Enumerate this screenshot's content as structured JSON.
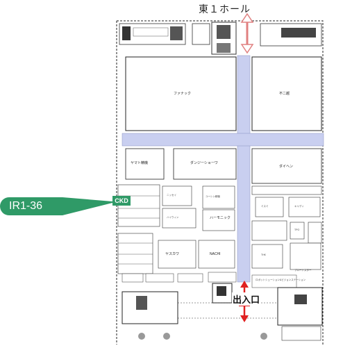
{
  "hall_label": "東１ホール",
  "entrance_label": "出入口",
  "highlight": {
    "booth_number": "IR1-36",
    "company": "CKD",
    "color": "#2f9a67"
  },
  "aisle_color": "#c9cff0",
  "arrow_color": "#e02020",
  "booths": {
    "fanuc": "ファナック",
    "top_right": "不二越",
    "yamazen": "ヤマト精機",
    "kanji": "ダンジーショーワ",
    "daihen": "ダイヘン",
    "kawasaki": "ハーモニック",
    "yaskawa": "ヤスカワ",
    "nachi": "NACHI",
    "robot_solution": "ロボットシューション&ビジョンステーション",
    "small": [
      "ニッセイ",
      "ユーシン精機",
      "ミスミ",
      "キャディ",
      "ハイウィン",
      "TPO",
      "THK",
      "ブロートスター"
    ]
  }
}
